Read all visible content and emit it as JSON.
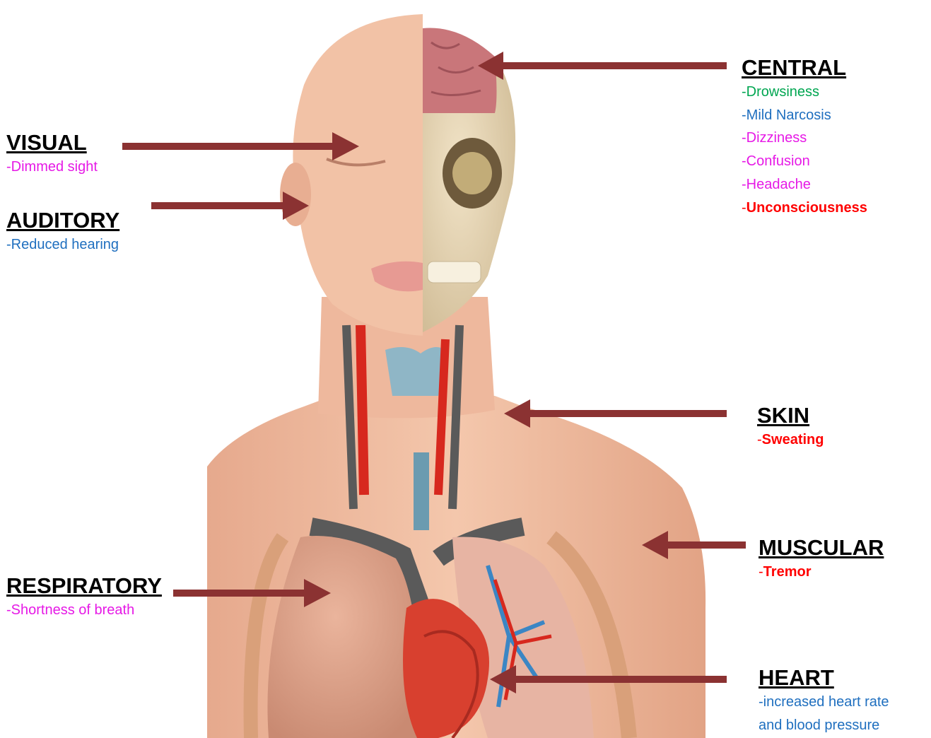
{
  "colors": {
    "arrow": "#8b3232",
    "green": "#00a651",
    "blue": "#1f6fbf",
    "magenta": "#e619e6",
    "red": "#ff0000"
  },
  "categories": [
    {
      "id": "central",
      "title": "CENTRAL",
      "symptoms": [
        {
          "text": "Drowsiness",
          "color": "green",
          "bold": false
        },
        {
          "text": "Mild Narcosis",
          "color": "blue",
          "bold": false
        },
        {
          "text": "Dizziness",
          "color": "magenta",
          "bold": false
        },
        {
          "text": "Confusion",
          "color": "magenta",
          "bold": false
        },
        {
          "text": "Headache",
          "color": "magenta",
          "bold": false
        },
        {
          "text": "Unconsciousness",
          "color": "red",
          "bold": true
        }
      ]
    },
    {
      "id": "visual",
      "title": "VISUAL",
      "symptoms": [
        {
          "text": "Dimmed sight",
          "color": "magenta",
          "bold": false
        }
      ]
    },
    {
      "id": "auditory",
      "title": "AUDITORY",
      "symptoms": [
        {
          "text": "Reduced hearing",
          "color": "blue",
          "bold": false
        }
      ]
    },
    {
      "id": "skin",
      "title": "SKIN",
      "symptoms": [
        {
          "text": "Sweating",
          "color": "red",
          "bold": true
        }
      ]
    },
    {
      "id": "muscular",
      "title": "MUSCULAR",
      "symptoms": [
        {
          "text": "Tremor",
          "color": "red",
          "bold": true
        }
      ]
    },
    {
      "id": "respiratory",
      "title": "RESPIRATORY",
      "symptoms": [
        {
          "text": "Shortness of breath",
          "color": "magenta",
          "bold": false
        }
      ]
    },
    {
      "id": "heart",
      "title": "HEART",
      "symptoms": [
        {
          "text": "increased heart rate",
          "color": "blue",
          "bold": false
        },
        {
          "text": "and blood pressure",
          "color": "blue",
          "bold": false,
          "continuation": true
        }
      ]
    }
  ]
}
